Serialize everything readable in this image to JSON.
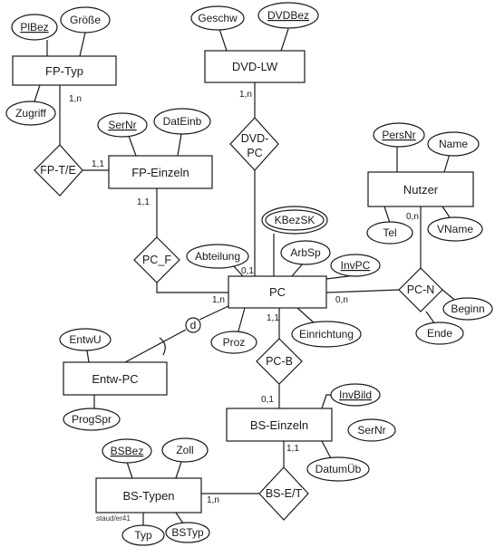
{
  "diagram": {
    "entities": {
      "fp_typ": "FP-Typ",
      "dvd_lw": "DVD-LW",
      "fp_einzeln": "FP-Einzeln",
      "nutzer": "Nutzer",
      "pc": "PC",
      "entw_pc": "Entw-PC",
      "bs_einzeln": "BS-Einzeln",
      "bs_typen": "BS-Typen"
    },
    "relationships": {
      "fp_te": "FP-T/E",
      "dvd_pc_1": "DVD-",
      "dvd_pc_2": "PC",
      "pc_f": "PC_F",
      "pc_n": "PC-N",
      "pc_b": "PC-B",
      "bs_et": "BS-E/T"
    },
    "attributes": {
      "plbez": "PlBez",
      "groesse": "Größe",
      "zugriff": "Zugriff",
      "geschw": "Geschw",
      "dvdbez": "DVDBez",
      "sernr_fp": "SerNr",
      "dateinb": "DatEinb",
      "persnr": "PersNr",
      "name": "Name",
      "tel": "Tel",
      "vname": "VName",
      "kbezsk": "KBezSK",
      "abteilung": "Abteilung",
      "arbsp": "ArbSp",
      "invpc": "InvPC",
      "proz": "Proz",
      "einrichtung": "Einrichtung",
      "beginn": "Beginn",
      "ende": "Ende",
      "entwu": "EntwU",
      "progspr": "ProgSpr",
      "invbild": "InvBild",
      "sernr_bs": "SerNr",
      "datumueb": "DatumÜb",
      "bsbez": "BSBez",
      "zoll": "Zoll",
      "typ": "Typ",
      "bstyp": "BSTyp"
    },
    "cardinalities": {
      "fptyp_fpte": "1,n",
      "fpeinzeln_fpte": "1,1",
      "dvdlw_dvdpc": "1,n",
      "fpeinzeln_pcf": "1,1",
      "pc_pcf_top": "0,1",
      "pc_pcf_left": "1,n",
      "pc_pcn": "0,n",
      "nutzer_pcn": "0,n",
      "pc_pcb": "1,1",
      "bseinzeln_pcb": "0,1",
      "bseinzeln_bset": "1,1",
      "bstypen_bset": "1,n"
    },
    "specialization_marker": "d",
    "credit": "staud/er41"
  }
}
